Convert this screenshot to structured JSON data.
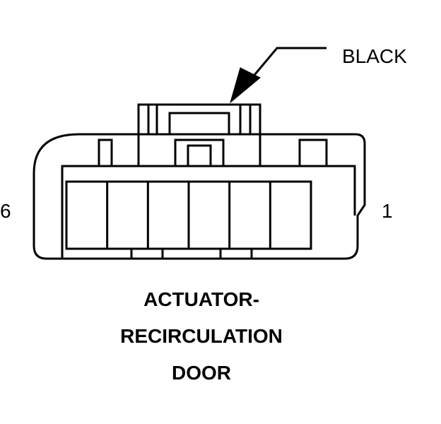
{
  "diagram": {
    "callout_label": "BLACK",
    "pin_left": "6",
    "pin_right": "1",
    "title_lines": [
      "ACTUATOR-",
      "RECIRCULATION",
      "DOOR"
    ],
    "cavity_count": 6,
    "stroke_color": "#000000",
    "background": "#ffffff"
  }
}
